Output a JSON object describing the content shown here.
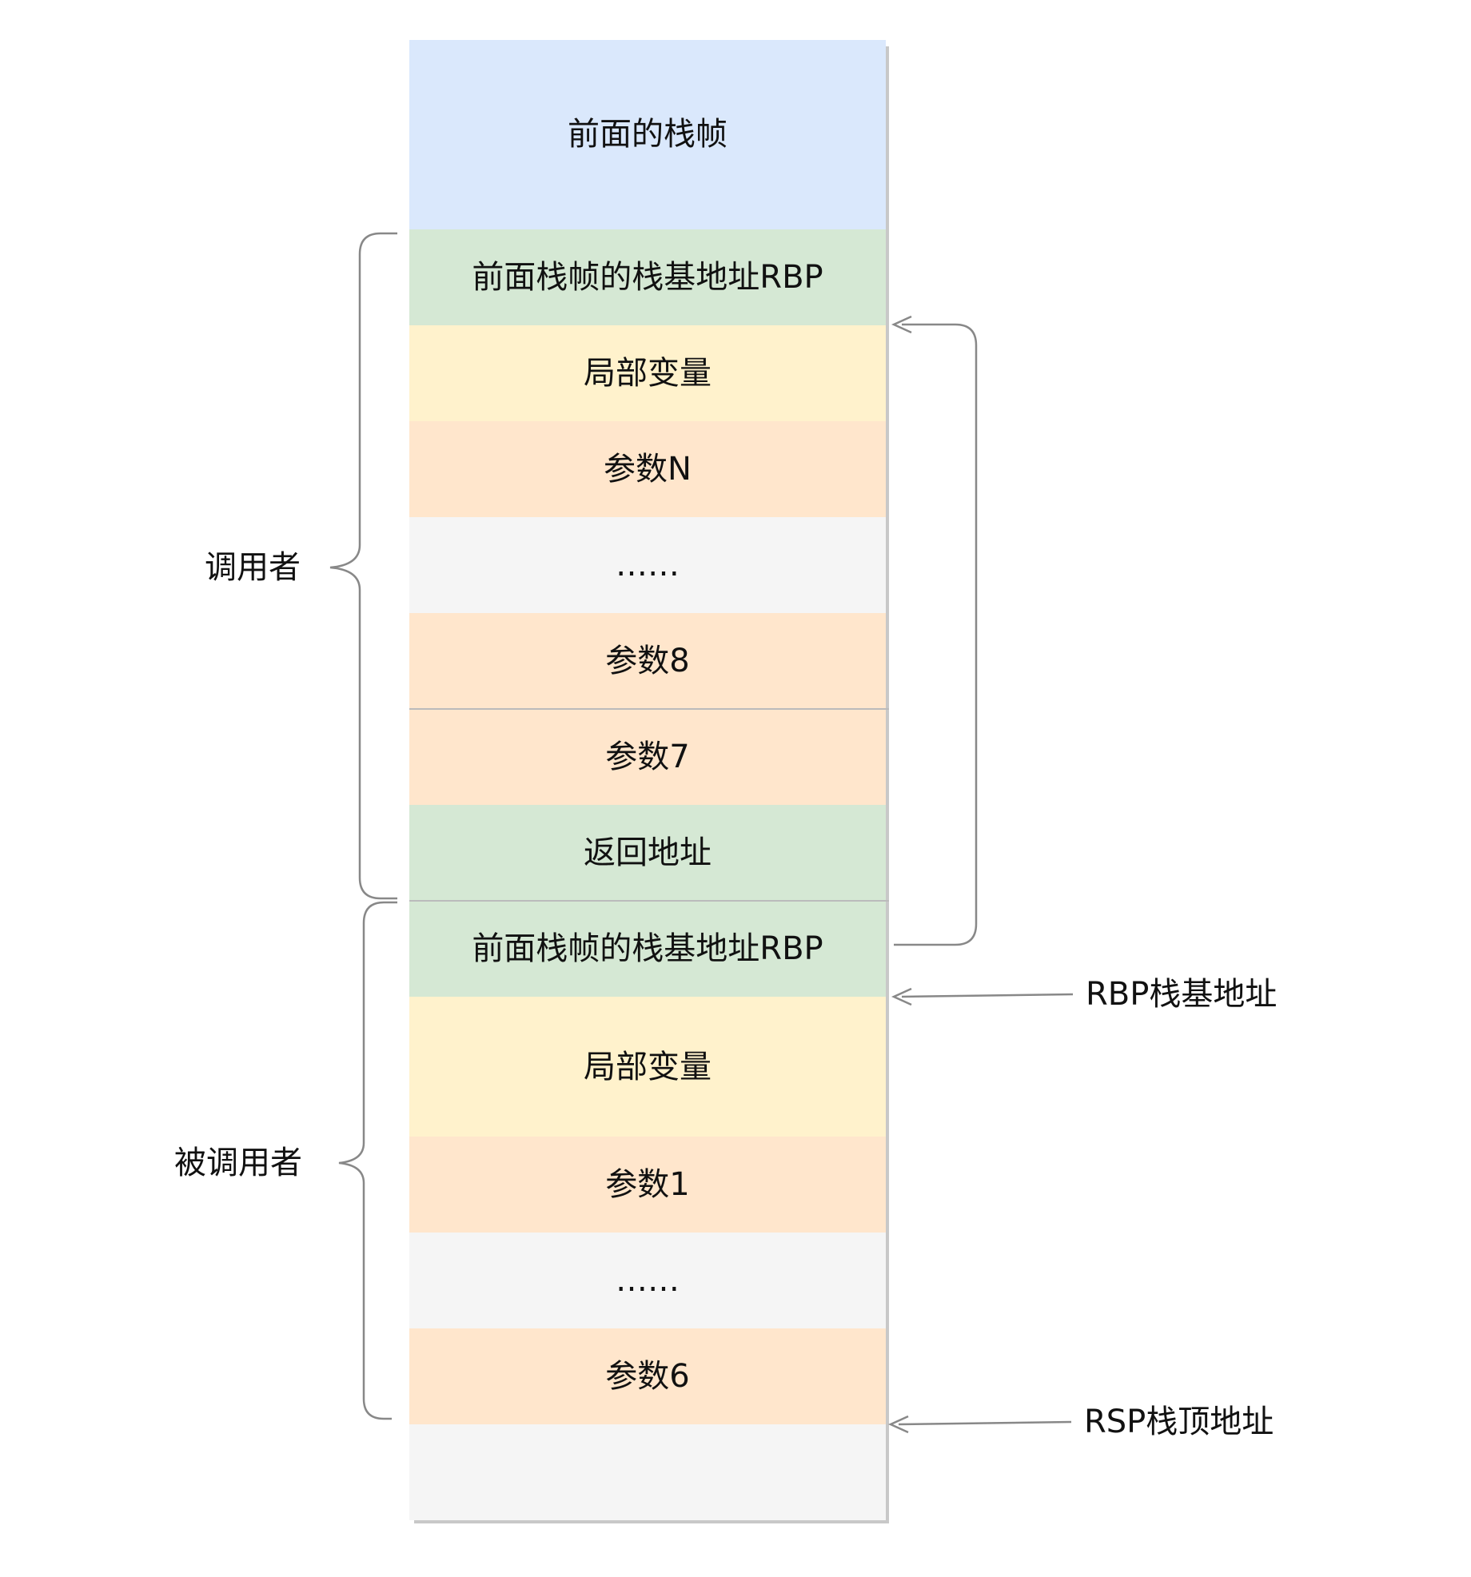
{
  "stack": {
    "cells": [
      {
        "label": "前面的栈帧",
        "fill": "#dae8fc"
      },
      {
        "label": "前面栈帧的栈基地址RBP",
        "fill": "#d5e8d4"
      },
      {
        "label": "局部变量",
        "fill": "#fff2cc"
      },
      {
        "label": "参数N",
        "fill": "#ffe6cc"
      },
      {
        "label": "……",
        "fill": "#f5f5f5"
      },
      {
        "label": "参数8",
        "fill": "#ffe6cc"
      },
      {
        "label": "参数7",
        "fill": "#ffe6cc"
      },
      {
        "label": "返回地址",
        "fill": "#d5e8d4"
      },
      {
        "label": "前面栈帧的栈基地址RBP",
        "fill": "#d5e8d4"
      },
      {
        "label": "局部变量",
        "fill": "#fff2cc"
      },
      {
        "label": "参数1",
        "fill": "#ffe6cc"
      },
      {
        "label": "……",
        "fill": "#f5f5f5"
      },
      {
        "label": "参数6",
        "fill": "#ffe6cc"
      },
      {
        "label": "",
        "fill": "#f5f5f5"
      }
    ]
  },
  "groups": {
    "caller": "调用者",
    "callee": "被调用者"
  },
  "pointers": {
    "rbp": "RBP栈基地址",
    "rsp": "RSP栈顶地址"
  },
  "colors": {
    "connector": "#888888",
    "shadow": "#c8c8c8"
  }
}
